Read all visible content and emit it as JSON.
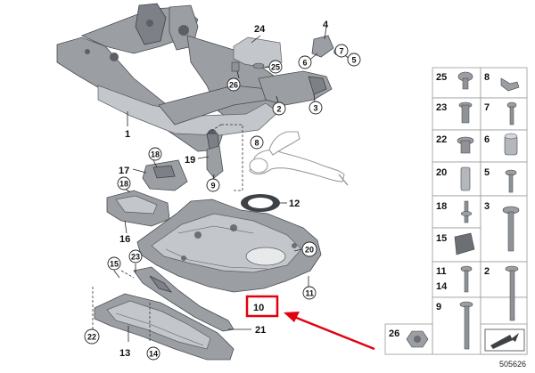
{
  "callouts": {
    "c1": "1",
    "c2": "2",
    "c3": "3",
    "c4": "4",
    "c5": "5",
    "c6": "6",
    "c7": "7",
    "c8": "8",
    "c9": "9",
    "c10": "10",
    "c11": "11",
    "c12": "12",
    "c13": "13",
    "c14": "14",
    "c15": "15",
    "c16": "16",
    "c17": "17",
    "c18a": "18",
    "c18b": "18",
    "c19": "19",
    "c20": "20",
    "c21": "21",
    "c22": "22",
    "c23": "23",
    "c24": "24",
    "c25": "25",
    "c26": "26"
  },
  "parts_panel": {
    "left": [
      "25",
      "23",
      "22",
      "20",
      "18",
      "15",
      "11",
      "14",
      "9",
      "26"
    ],
    "right": [
      "8",
      "7",
      "6",
      "5",
      "4",
      "3",
      "2"
    ]
  },
  "reference_number": "505626",
  "colors": {
    "highlight": "#e3000f",
    "part_gray": "#9b9ea3"
  }
}
